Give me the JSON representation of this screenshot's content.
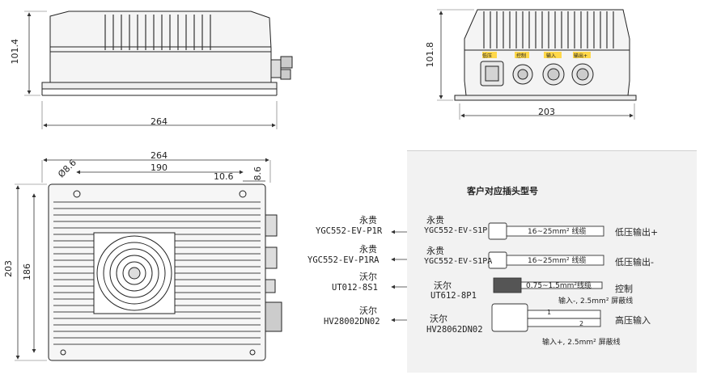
{
  "dimensions": {
    "side_width": "264",
    "side_height": "101.4",
    "front_width": "203",
    "front_height": "101.8",
    "top_width": "264",
    "top_inner_width": "190",
    "top_hole_diameter": "Ø8.6",
    "top_offset": "10.6",
    "top_edge": "8.6",
    "top_height": "203",
    "top_inner_height": "186"
  },
  "front_view_tags": [
    "低压",
    "控制",
    "输入",
    "输出+"
  ],
  "table": {
    "title": "客户对应插头型号",
    "rows": [
      {
        "supplier": "永贵",
        "model": "YGC552-EV-P1R",
        "plug_supplier": "永贵",
        "plug_model": "YGC552-EV-S1P",
        "cable": "16~25mm² 线缆",
        "function": "低压输出+"
      },
      {
        "supplier": "永贵",
        "model": "YGC552-EV-P1RA",
        "plug_supplier": "永贵",
        "plug_model": "YGC552-EV-S1PA",
        "cable": "16~25mm² 线缆",
        "function": "低压输出-"
      },
      {
        "supplier": "沃尔",
        "model": "UT012-8S1",
        "plug_supplier": "沃尔",
        "plug_model": "UT612-8P1",
        "cable": "0.75~1.5mm²线缆",
        "function": "控制"
      },
      {
        "supplier": "沃尔",
        "model": "HV28002DN02",
        "plug_supplier": "沃尔",
        "plug_model": "HV28062DN02",
        "cable": "",
        "function": "高压输入"
      }
    ],
    "hv_input_minus": "输入-, 2.5mm² 屏蔽线",
    "hv_input_plus": "输入+, 2.5mm² 屏蔽线",
    "hv_pin_1": "1",
    "hv_pin_2": "2"
  }
}
